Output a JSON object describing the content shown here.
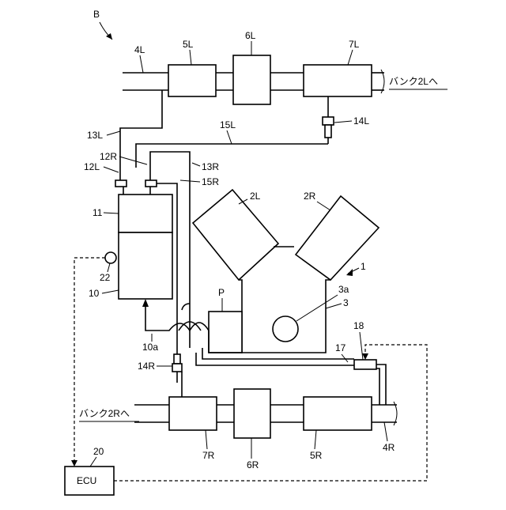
{
  "figure": {
    "view_label": "B",
    "bank_left_dest": "バンク2Lへ",
    "bank_right_dest": "バンク2Rへ",
    "ecu_text": "ECU",
    "engine_pulley_label": "P"
  },
  "labels": {
    "n4L": "4L",
    "n5L": "5L",
    "n6L": "6L",
    "n7L": "7L",
    "n13L": "13L",
    "n15L": "15L",
    "n14L": "14L",
    "n12R": "12R",
    "n12L": "12L",
    "n13R": "13R",
    "n15R": "15R",
    "n11": "11",
    "n2L": "2L",
    "n2R": "2R",
    "n1": "1",
    "n22": "22",
    "n10": "10",
    "n3a": "3a",
    "n3": "3",
    "n18": "18",
    "n17": "17",
    "n10a": "10a",
    "n14R": "14R",
    "n7R": "7R",
    "n6R": "6R",
    "n5R": "5R",
    "n4R": "4R",
    "n20": "20"
  }
}
